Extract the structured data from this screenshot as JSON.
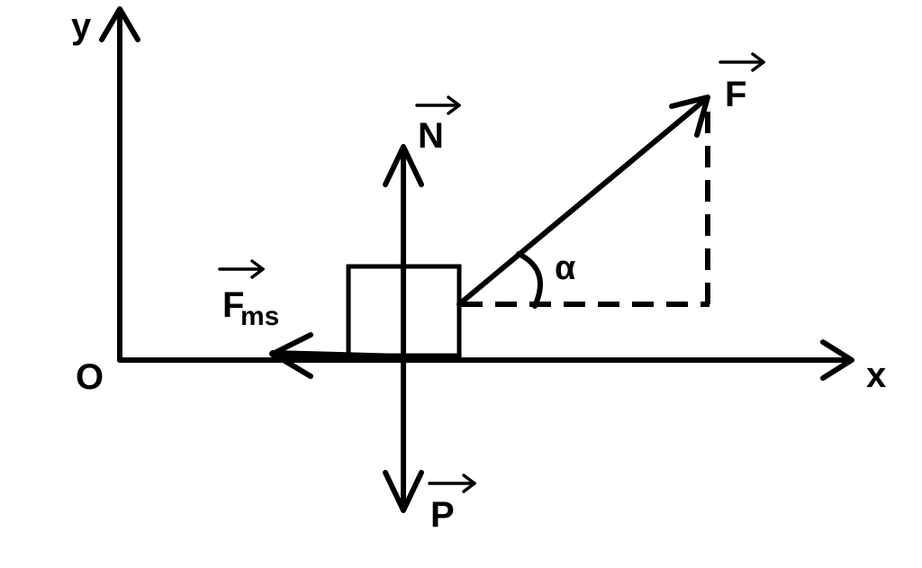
{
  "diagram": {
    "origin_label": "O",
    "x_axis_label": "x",
    "y_axis_label": "y",
    "vectors": {
      "normal": "N",
      "weight": "P",
      "applied_force": "F",
      "friction_main": "F",
      "friction_subscript": "ms"
    },
    "angle_label": "α",
    "colors": {
      "stroke": "#000000",
      "background": "#ffffff"
    }
  }
}
